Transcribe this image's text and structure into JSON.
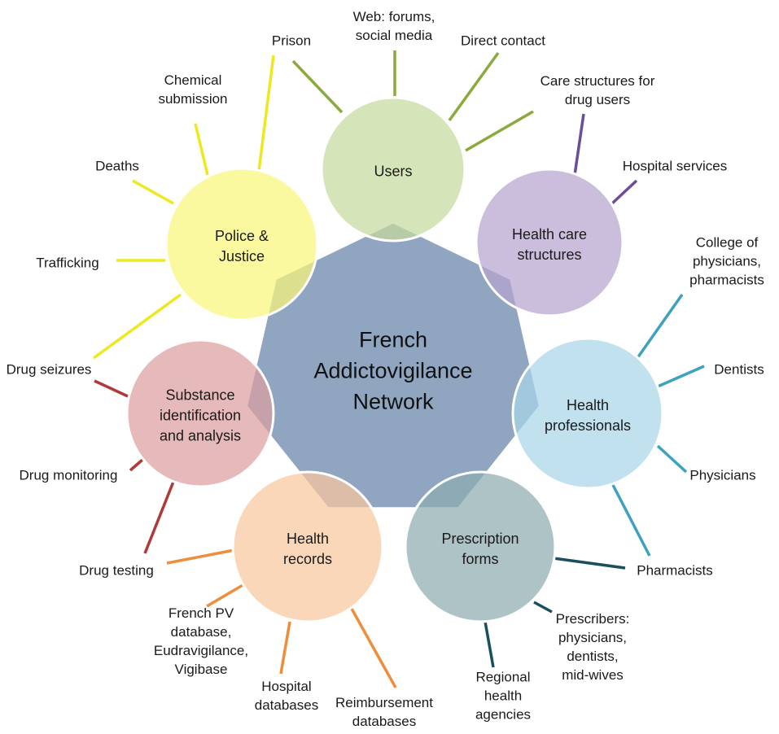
{
  "center": {
    "label_lines": [
      "French",
      "Addictovigilance",
      "Network"
    ],
    "color": "#8FA5C0"
  },
  "nodes": [
    {
      "id": "users",
      "label_lines": [
        "Users"
      ],
      "color": "#C6DA9E",
      "line_color": "#8AAA3E",
      "items": [
        {
          "lines": [
            "Prison"
          ]
        },
        {
          "lines": [
            "Web: forums,",
            "social media"
          ]
        },
        {
          "lines": [
            "Direct contact"
          ]
        },
        {
          "lines": [
            "Care structures for",
            "drug users"
          ]
        }
      ]
    },
    {
      "id": "health-care-structures",
      "label_lines": [
        "Health care",
        "structures"
      ],
      "color": "#B5A5CE",
      "line_color": "#6A4E9A",
      "items": [
        {
          "lines": [
            "Hospital services"
          ]
        }
      ]
    },
    {
      "id": "health-professionals",
      "label_lines": [
        "Health",
        "professionals"
      ],
      "color": "#A7D6E6",
      "line_color": "#3DA2BE",
      "items": [
        {
          "lines": [
            "College of",
            "physicians,",
            "pharmacists"
          ]
        },
        {
          "lines": [
            "Dentists"
          ]
        },
        {
          "lines": [
            "Physicians"
          ]
        },
        {
          "lines": [
            "Pharmacists"
          ]
        }
      ]
    },
    {
      "id": "prescription-forms",
      "label_lines": [
        "Prescription",
        "forms"
      ],
      "color": "#8EACB0",
      "line_color": "#1A4F5C",
      "items": [
        {
          "lines": [
            "Prescribers:",
            "physicians,",
            "dentists,",
            "mid-wives"
          ]
        },
        {
          "lines": [
            "Regional",
            "health",
            "agencies"
          ]
        }
      ]
    },
    {
      "id": "health-records",
      "label_lines": [
        "Health",
        "records"
      ],
      "color": "#FAC79E",
      "line_color": "#EE8E3C",
      "items": [
        {
          "lines": [
            "Drug testing"
          ]
        },
        {
          "lines": [
            "French PV",
            "database,",
            "Eudravigilance,",
            "Vigibase"
          ]
        },
        {
          "lines": [
            "Hospital",
            "databases"
          ]
        },
        {
          "lines": [
            "Reimbursement",
            "databases"
          ]
        }
      ]
    },
    {
      "id": "substance-identification",
      "label_lines": [
        "Substance",
        "identification",
        "and analysis"
      ],
      "color": "#DDA0A0",
      "line_color": "#B03A3A",
      "items": [
        {
          "lines": [
            "Drug monitoring"
          ]
        }
      ]
    },
    {
      "id": "police-justice",
      "label_lines": [
        "Police &",
        "Justice"
      ],
      "color": "#FAF67A",
      "line_color": "#EEE820",
      "items": [
        {
          "lines": [
            "Chemical",
            "submission"
          ]
        },
        {
          "lines": [
            "Deaths"
          ]
        },
        {
          "lines": [
            "Trafficking"
          ]
        },
        {
          "lines": [
            "Drug seizures"
          ]
        }
      ]
    }
  ]
}
